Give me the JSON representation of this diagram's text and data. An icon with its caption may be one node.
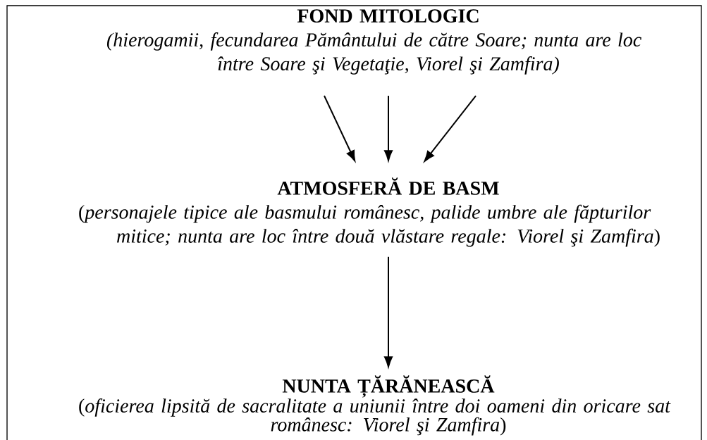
{
  "diagram": {
    "nodes": [
      {
        "text": [
          "FOND MITOLOGIC",
          "(hierogamii, fecundarea Pământului de către Soare; nunta are loc între Soare şi Vegetaţie, Viorel şi Zamfira)"
        ]
      },
      {
        "text": [
          "ATMOSFERĂ DE BASM",
          "(*personajele tipice ale basmului românesc, palide umbre ale făpturilor mitice; nunta are loc între două vlăstare regale: Viorel şi Zamfira*)"
        ]
      },
      {
        "text": [
          "NUNTA ȚĂRĂNEASCĂ",
          "(*oficierea lipsită de sacralitate a uniunii între doi oameni din oricare sat românesc: Viorel şi Zamfira*)"
        ]
      }
    ],
    "edges": [
      {
        "from": 0,
        "to": 1,
        "arrow": "to"
      },
      {
        "from": 0,
        "to": 1,
        "arrow": "to"
      },
      {
        "from": 0,
        "to": 1,
        "arrow": "to"
      },
      {
        "from": 1,
        "to": 2,
        "arrow": "to"
      }
    ]
  }
}
